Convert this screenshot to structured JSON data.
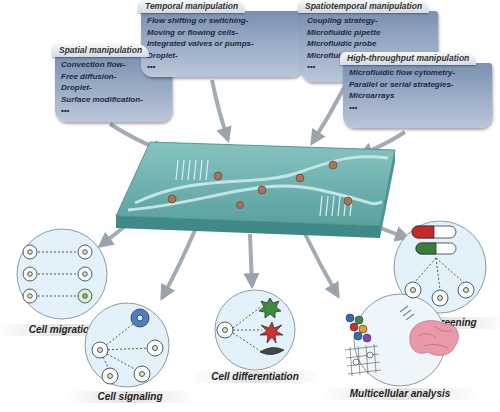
{
  "diagram": {
    "nodes": [
      {
        "text": [
          "Spatial manipulation",
          "Convection flow-",
          "Free diffusion-",
          "Droplet-",
          "Surface modification-",
          "•••"
        ]
      },
      {
        "text": [
          "Temporal manipulation",
          "Flow shifting or switching-",
          "Moving or flowing cells-",
          "Integrated valves or pumps-",
          "Droplet-",
          "•••"
        ]
      },
      {
        "text": [
          "Spatiotemporal manipulation",
          "Coupling strategy-",
          "Microfluidic pipette",
          "Microfluidic probe",
          "Microfluidic multipoles",
          "•••"
        ]
      },
      {
        "text": [
          "High-throughput manipulation",
          "Microfluidic flow cytometry-",
          "Parallel or serial strategies-",
          "Microarrays",
          "•••"
        ]
      },
      {
        "text": [
          "Cell migration"
        ]
      },
      {
        "text": [
          "Drug screening"
        ]
      },
      {
        "text": [
          "Cell signaling"
        ]
      },
      {
        "text": [
          "Cell differentiation"
        ]
      },
      {
        "text": [
          "Multicellular analysis"
        ]
      }
    ]
  }
}
